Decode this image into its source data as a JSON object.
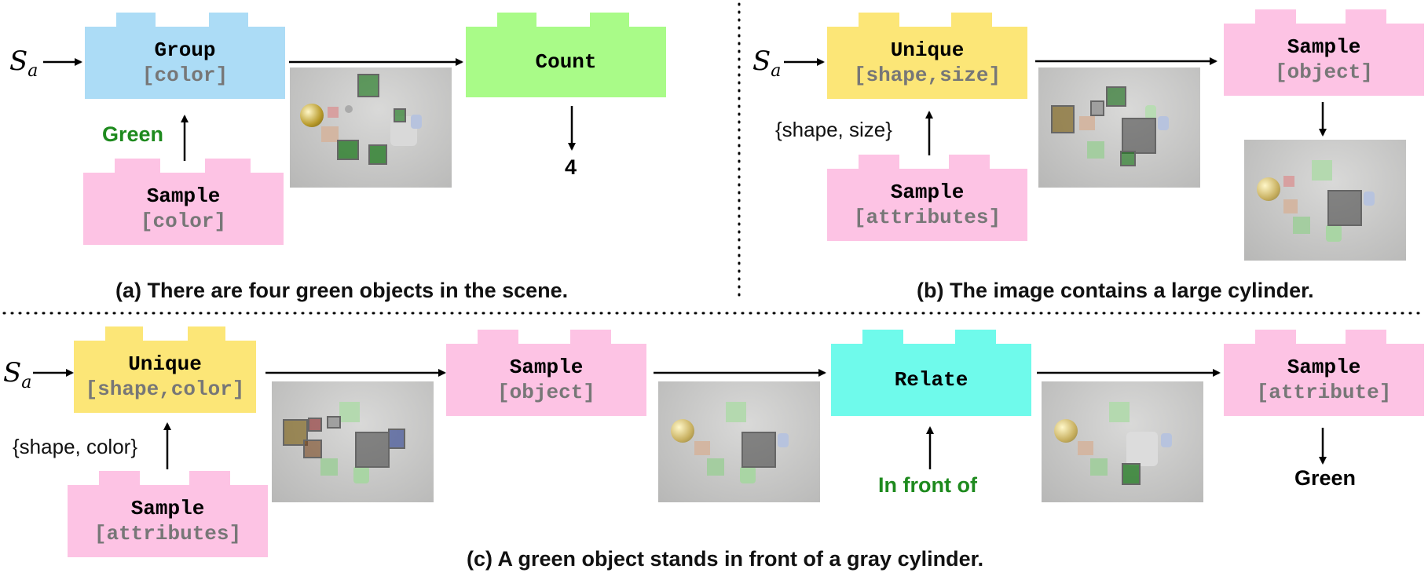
{
  "colors": {
    "blue": "#acdcf6",
    "green": "#a9fb88",
    "yellow": "#fce677",
    "pink": "#fdc3e4",
    "cyan": "#6ffaeb",
    "label_green": "#1e8a1e"
  },
  "input_symbol": {
    "base": "S",
    "sub": "a"
  },
  "panel_a": {
    "group_block": {
      "op": "Group",
      "arg": "[color]"
    },
    "count_block": {
      "op": "Count"
    },
    "sample_block": {
      "op": "Sample",
      "arg": "[color]"
    },
    "sampled_value": "Green",
    "result": "4",
    "caption": "(a) There are four green objects in the scene."
  },
  "panel_b": {
    "unique_block": {
      "op": "Unique",
      "arg": "[shape,size]"
    },
    "sample_object_block": {
      "op": "Sample",
      "arg": "[object]"
    },
    "sample_attributes_block": {
      "op": "Sample",
      "arg": "[attributes]"
    },
    "sampled_value": "{shape, size}",
    "caption": "(b) The image contains a large cylinder."
  },
  "panel_c": {
    "unique_block": {
      "op": "Unique",
      "arg": "[shape,color]"
    },
    "sample_object_block": {
      "op": "Sample",
      "arg": "[object]"
    },
    "relate_block": {
      "op": "Relate"
    },
    "sample_attribute_block": {
      "op": "Sample",
      "arg": "[attribute]"
    },
    "sample_attributes_block": {
      "op": "Sample",
      "arg": "[attributes]"
    },
    "sampled_value": "{shape, color}",
    "relation_value": "In front of",
    "result": "Green",
    "caption": "(c) A green object stands in front of a gray cylinder."
  }
}
